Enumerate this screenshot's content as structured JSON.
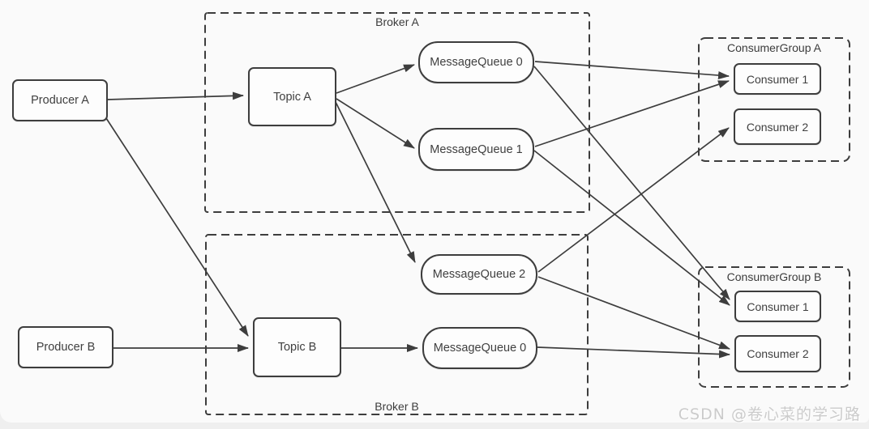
{
  "diagram": {
    "producers": [
      {
        "label": "Producer A"
      },
      {
        "label": "Producer B"
      }
    ],
    "brokers": [
      {
        "title": "Broker A",
        "topic": {
          "label": "Topic A"
        },
        "queues": [
          {
            "label": "MessageQueue 0"
          },
          {
            "label": "MessageQueue 1"
          }
        ]
      },
      {
        "title": "Broker B",
        "topic": {
          "label": "Topic B"
        },
        "queues": [
          {
            "label": "MessageQueue 2"
          },
          {
            "label": "MessageQueue 0"
          }
        ]
      }
    ],
    "consumer_groups": [
      {
        "title": "ConsumerGroup A",
        "consumers": [
          {
            "label": "Consumer 1"
          },
          {
            "label": "Consumer 2"
          }
        ]
      },
      {
        "title": "ConsumerGroup B",
        "consumers": [
          {
            "label": "Consumer 1"
          },
          {
            "label": "Consumer 2"
          }
        ]
      }
    ],
    "edges": [
      {
        "from": "Producer A",
        "to": "Topic A"
      },
      {
        "from": "Producer A",
        "to": "Topic B"
      },
      {
        "from": "Producer B",
        "to": "Topic B"
      },
      {
        "from": "Topic A",
        "to": "Broker A / MessageQueue 0"
      },
      {
        "from": "Topic A",
        "to": "Broker A / MessageQueue 1"
      },
      {
        "from": "Topic A",
        "to": "Broker B / MessageQueue 2"
      },
      {
        "from": "Topic B",
        "to": "Broker B / MessageQueue 0"
      },
      {
        "from": "Broker A / MessageQueue 0",
        "to": "ConsumerGroup A / Consumer 1"
      },
      {
        "from": "Broker A / MessageQueue 1",
        "to": "ConsumerGroup A / Consumer 1"
      },
      {
        "from": "Broker B / MessageQueue 2",
        "to": "ConsumerGroup A / Consumer 2"
      },
      {
        "from": "Broker A / MessageQueue 0",
        "to": "ConsumerGroup B / Consumer 1"
      },
      {
        "from": "Broker A / MessageQueue 1",
        "to": "ConsumerGroup B / Consumer 1"
      },
      {
        "from": "Broker B / MessageQueue 2",
        "to": "ConsumerGroup B / Consumer 2"
      },
      {
        "from": "Broker B / MessageQueue 0",
        "to": "ConsumerGroup B / Consumer 2"
      }
    ],
    "colors": {
      "line": "#3d3d3d",
      "box_border": "#3d3d3d",
      "text": "#3f3f3f",
      "background": "#fafafa",
      "watermark": "#cbcbcb"
    }
  },
  "watermark": {
    "text": "CSDN @卷心菜的学习路"
  }
}
